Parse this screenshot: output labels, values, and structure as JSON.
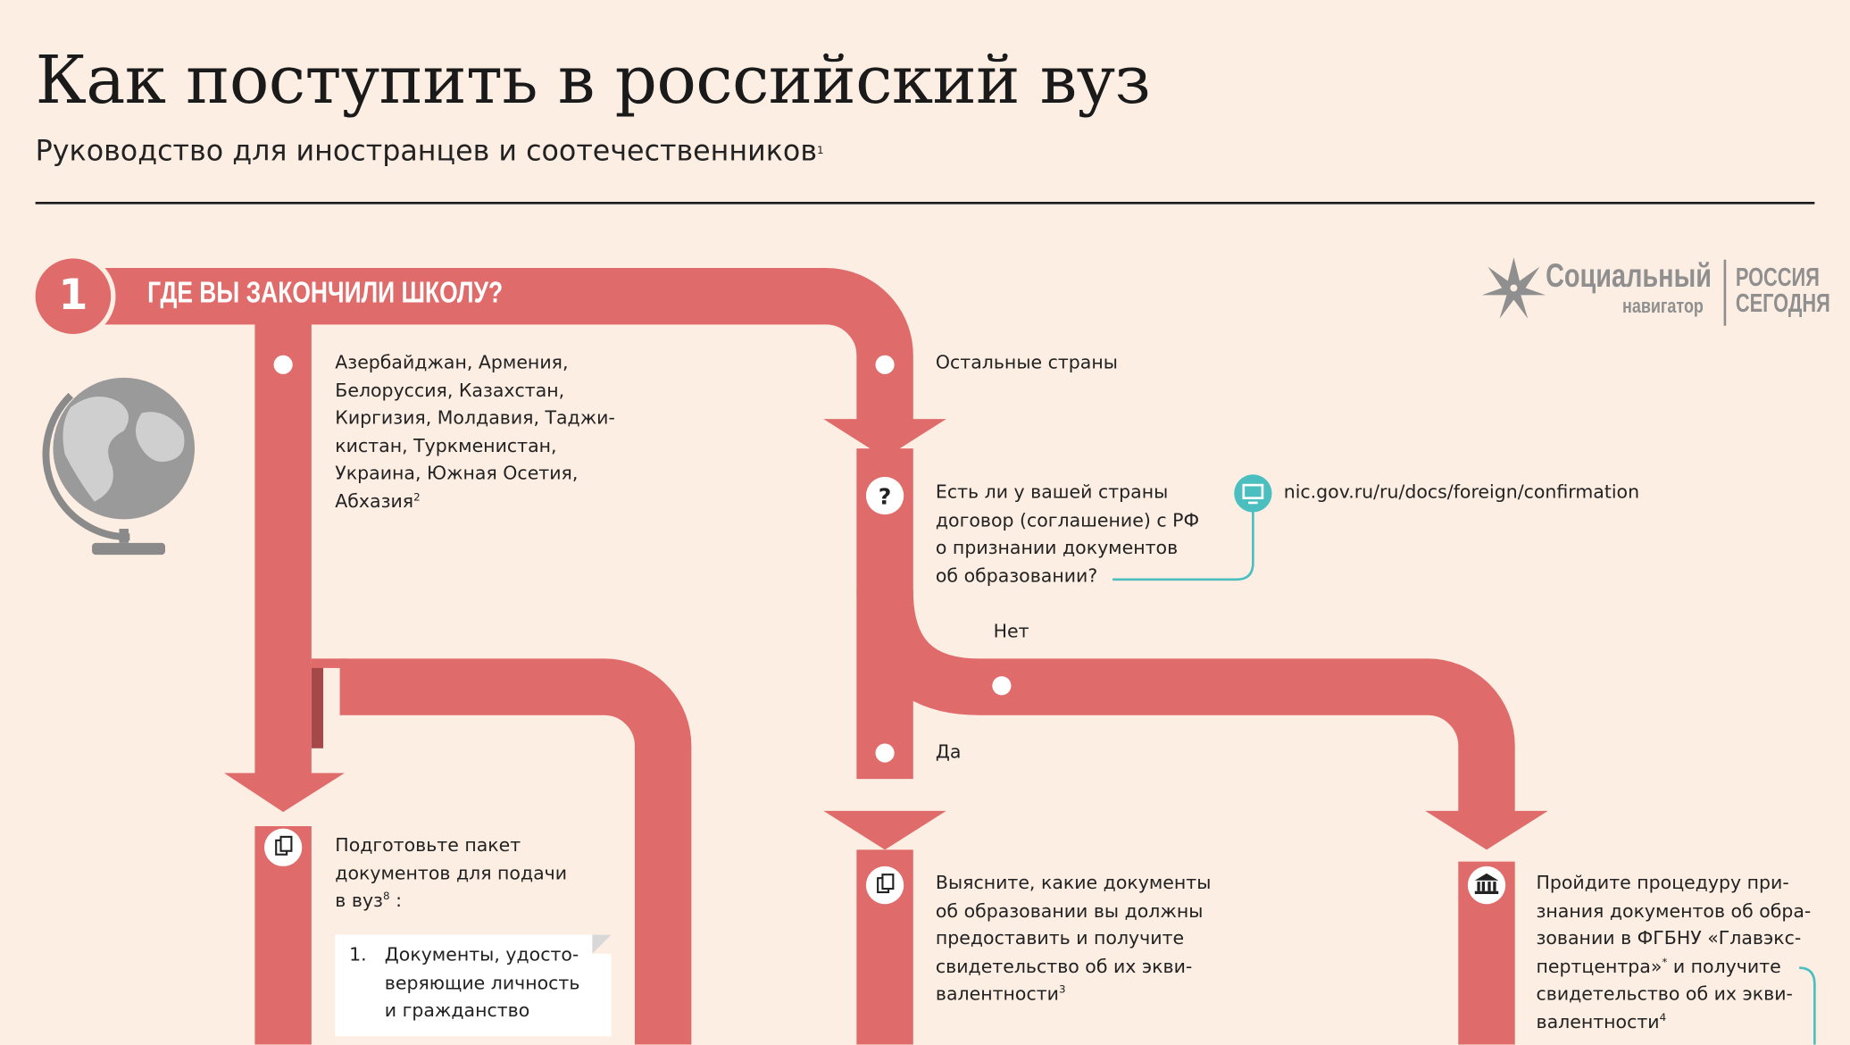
{
  "header": {
    "title": "Как поступить в российский вуз",
    "subtitle": "Руководство для иностранцев и соотечественников",
    "subtitle_footnote": "1"
  },
  "logo": {
    "brand_line1": "Социальный",
    "brand_line2": "навигатор",
    "partner_line1": "РОССИЯ",
    "partner_line2": "СЕГОДНЯ"
  },
  "step1": {
    "number": "1",
    "question": "ГДЕ ВЫ ЗАКОНЧИЛИ ШКОЛУ?",
    "branch_cis": [
      "Азербайджан, Армения,",
      "Белоруссия, Казахстан,",
      "Киргизия, Молдавия, Таджи-",
      "кистан, Туркменистан,",
      "Украина, Южная Осетия,",
      "Абхазия"
    ],
    "branch_cis_footnote": "2",
    "branch_other": "Остальные страны",
    "treaty_question": [
      "Есть ли у вашей страны",
      "договор (соглашение) с РФ",
      "о признании документов",
      "об образовании?"
    ],
    "treaty_link": "nic.gov.ru/ru/docs/foreign/confirmation",
    "answer_no": "Нет",
    "answer_yes": "Да",
    "prepare_docs": [
      "Подготовьте пакет",
      "документов для подачи",
      "в вуз"
    ],
    "prepare_docs_footnote": "8",
    "prepare_docs_suffix": ":",
    "doc_list_item_num": "1.",
    "doc_list_item": [
      "Документы, удосто-",
      "веряющие личность",
      "и гражданство"
    ],
    "find_docs": [
      "Выясните, какие документы",
      "об образовании вы должны",
      "предоставить и получите",
      "свидетельство об их экви-",
      "валентности"
    ],
    "find_docs_footnote": "3",
    "recognition": [
      "Пройдите процедуру при-",
      "знания документов об обра-",
      "зовании в ФГБНУ «Главэкс-",
      "пертцентра»",
      "свидетельство об их экви-",
      "валентности"
    ],
    "recognition_star": "*",
    "recognition_line4_rest": " и получите",
    "recognition_footnote": "4"
  },
  "colors": {
    "pipe": "#e06b6b",
    "background": "#fdeee4",
    "link": "#4bbfbf",
    "logo": "#8f8f8f"
  }
}
